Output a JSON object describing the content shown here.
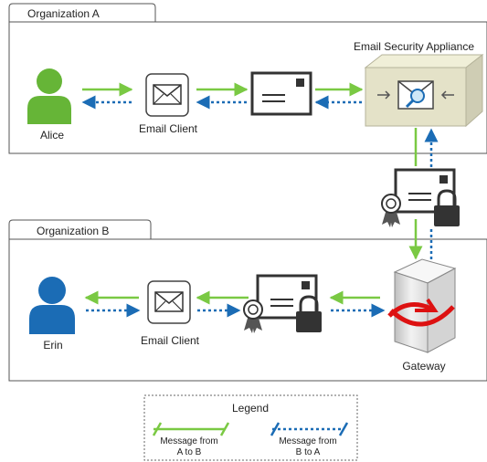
{
  "org_a": {
    "title": "Organization A"
  },
  "org_b": {
    "title": "Organization B"
  },
  "nodes": {
    "alice": "Alice",
    "email_client_a": "Email Client",
    "appliance": "Email Security Appliance",
    "erin": "Erin",
    "email_client_b": "Email Client",
    "gateway": "Gateway"
  },
  "legend": {
    "title": "Legend",
    "items": [
      {
        "label_line1": "Message from",
        "label_line2": "A to B",
        "style": "solid",
        "color": "#7ac943"
      },
      {
        "label_line1": "Message from",
        "label_line2": "B to A",
        "style": "dotted",
        "color": "#1b6cb5"
      }
    ]
  },
  "colors": {
    "a_to_b": "#7ac943",
    "b_to_a": "#1b6cb5",
    "person_a": "#66b537",
    "person_b": "#1b6cb5"
  }
}
